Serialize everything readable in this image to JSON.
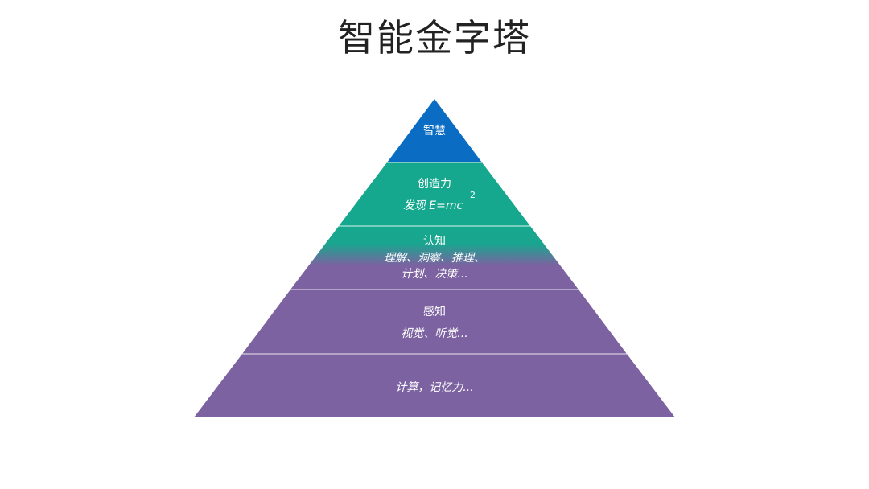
{
  "title": "智能金字塔",
  "colors": {
    "top": "#0a6cc2",
    "teal": "#16a88f",
    "purple": "#7c62a0",
    "divider": "#e8e4ef"
  },
  "levels": [
    {
      "title": "智慧"
    },
    {
      "title": "创造力",
      "sub": "发现 E=mc",
      "sup": "2"
    },
    {
      "title": "认知",
      "sub_lines": [
        "理解、洞察、推理、",
        "计划、决策..."
      ]
    },
    {
      "title": "感知",
      "sub": "视觉、听觉..."
    },
    {
      "sub": "计算，记忆力..."
    }
  ]
}
